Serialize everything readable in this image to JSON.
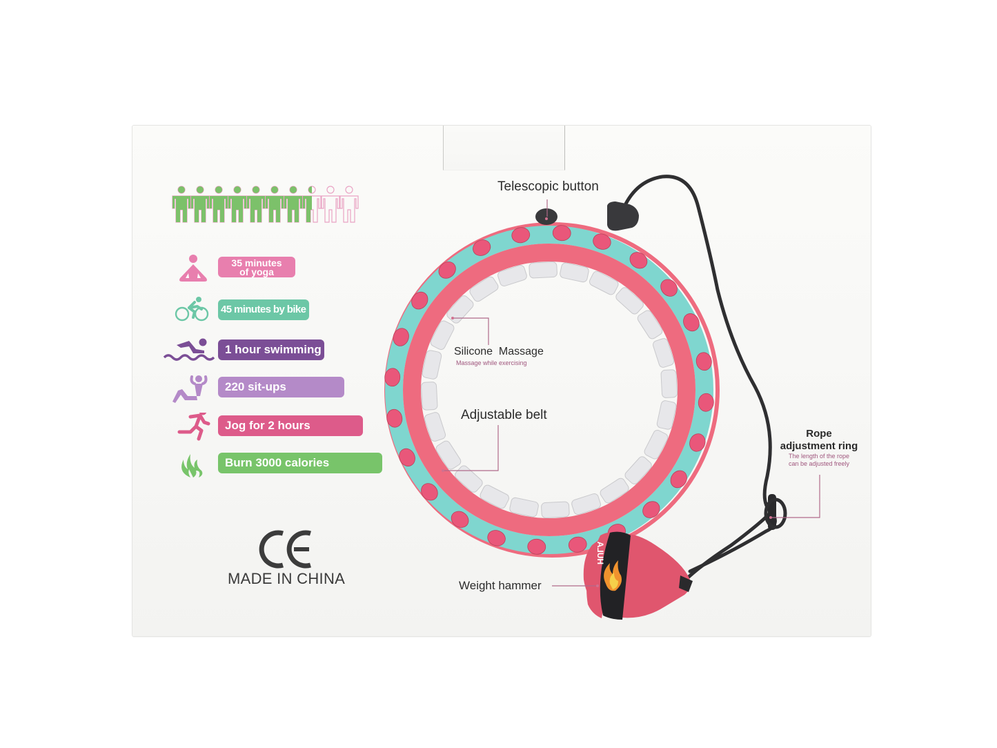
{
  "product": {
    "type": "smart hula hoop packaging box (back side)",
    "colors": {
      "box": "#f7f7f5",
      "teal_band": "#7fd6cf",
      "pink_band": "#ee6b7f",
      "pink_cap": "#e9577a",
      "pad": "#e7e7ea",
      "rope": "#2f2f31",
      "hammer": "#e0566e",
      "callout_line": "#b06a8a"
    }
  },
  "calorie_meter": {
    "icon": "person-icon",
    "total_people": 10,
    "filled_people": 7.5,
    "fill_color": "#7cc16a",
    "outline_color": "#e9a3c4"
  },
  "activities": [
    {
      "icon": "yoga-icon",
      "label": "35 minutes of yoga",
      "lines": [
        "35 minutes",
        "of yoga"
      ],
      "color": "#e87fae"
    },
    {
      "icon": "bike-icon",
      "label": "45 minutes by bike",
      "color": "#6cc7a6"
    },
    {
      "icon": "swimming-icon",
      "label": "1 hour swimming",
      "color": "#7b4e96"
    },
    {
      "icon": "sit-up-icon",
      "label": "220 sit-ups",
      "color": "#b48ac8"
    },
    {
      "icon": "running-icon",
      "label": "Jog for 2 hours",
      "color": "#dd5b8a"
    },
    {
      "icon": "flame-icon",
      "label": "Burn 3000 calories",
      "color": "#78c46a"
    }
  ],
  "certification": {
    "mark": "CE",
    "origin": "MADE IN CHINA"
  },
  "callouts": {
    "telescopic_button": {
      "title": "Telescopic button"
    },
    "silicone_massage": {
      "title": "Silicone  Massage",
      "subtitle": "Massage while exercising"
    },
    "adjustable_belt": {
      "title": "Adjustable belt"
    },
    "rope_ring": {
      "title_lines": [
        "Rope",
        "adjustment ring"
      ],
      "subtitle_lines": [
        "The length of the rope",
        "can be adjusted freely"
      ]
    },
    "weight_hammer": {
      "title": "Weight hammer"
    }
  },
  "hammer_logo": {
    "text": "HULA",
    "icon": "flame-logo-icon"
  }
}
